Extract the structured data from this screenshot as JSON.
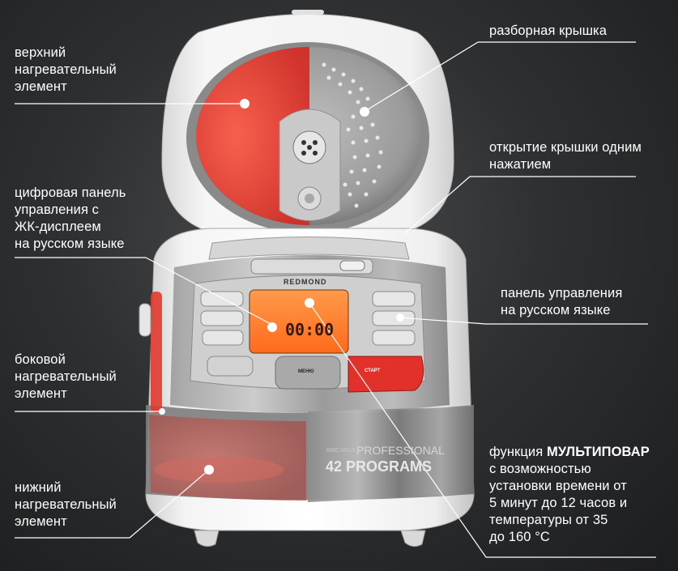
{
  "callouts": {
    "top_heater": [
      "верхний",
      "нагревательный",
      "элемент"
    ],
    "lid": [
      "разборная крышка"
    ],
    "lid_open": [
      "открытие крышки одним",
      "нажатием"
    ],
    "digital_panel": [
      "цифровая панель",
      "управления с",
      "ЖК-дисплеем",
      "на русском языке"
    ],
    "control_panel": [
      "панель управления",
      "на русском языке"
    ],
    "side_heater": [
      "боковой",
      "нагревательный",
      "элемент"
    ],
    "bottom_heater": [
      "нижний",
      "нагревательный",
      "элемент"
    ],
    "multicook": {
      "prefix": "функция ",
      "bold": "МУЛЬТИПОВАР",
      "lines": [
        "с возможностью",
        "установки времени от",
        "5 минут до 12 часов и",
        "температуры от 35",
        "до 160 °С"
      ]
    }
  },
  "device": {
    "brand": "REDMOND",
    "model_small": "RMC-M110",
    "model_large": "PROFESSIONAL",
    "programs": "42 PROGRAMS",
    "lcd_time": "00:00",
    "start_label": "СТАРТ",
    "menu_label": "МЕНЮ"
  },
  "colors": {
    "accent_red": "#e8312a",
    "lcd_orange": "#ff7a2a",
    "leader_line": "#ffffff"
  }
}
